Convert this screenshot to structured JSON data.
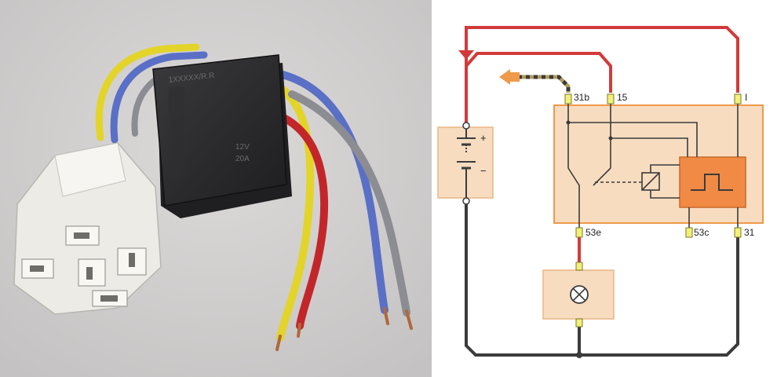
{
  "photo": {
    "relay_text": [
      "1XXXXX/R.R",
      "12V",
      "20A"
    ]
  },
  "diagram": {
    "terminals": {
      "t31b": "31b",
      "t15": "15",
      "tI": "I",
      "t53e": "53e",
      "t53c": "53c",
      "t31": "31"
    },
    "battery": {
      "plus": "+",
      "minus": "−"
    }
  },
  "colors": {
    "photo_bg": "#d2d0cf",
    "relay_body": "#2b2b2d",
    "connector": "#ecebe6",
    "wire_yellow": "#e3d42a",
    "wire_blue": "#5a6fc6",
    "wire_red": "#c3262a",
    "wire_grey": "#8b8d93",
    "diagram_red": "#d23a3a",
    "diagram_dark": "#3b3b3b",
    "box_fill": "#f7dcc0",
    "box_border": "#ee9a4a",
    "module_fill": "#f08a45",
    "terminal_fill": "#f4f078"
  }
}
